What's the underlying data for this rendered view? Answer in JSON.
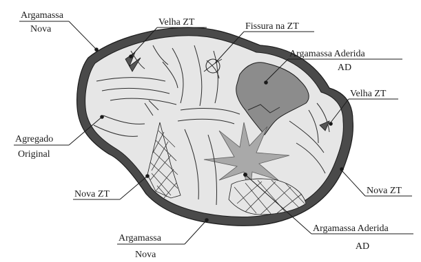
{
  "labels": {
    "argamassa_nova_top_line1": "Argamassa",
    "argamassa_nova_top_line2": "Nova",
    "velha_zt_top": "Velha ZT",
    "fissura_zt": "Fissura na ZT",
    "argamassa_aderida_top_line1": "Argamassa Aderida",
    "argamassa_aderida_top_line2": "AD",
    "velha_zt_right": "Velha ZT",
    "agregado_original_line1": "Agregado",
    "agregado_original_line2": "Original",
    "nova_zt_left": "Nova ZT",
    "nova_zt_right": "Nova ZT",
    "argamassa_nova_bottom_line1": "Argamassa",
    "argamassa_nova_bottom_line2": "Nova",
    "argamassa_aderida_bottom_line1": "Argamassa Aderida",
    "argamassa_aderida_bottom_line2": "AD"
  },
  "colors": {
    "outer_mortar": "#4a4a4a",
    "aggregate_fill": "#e6e6e6",
    "adhered_mortar": "#8c8c8c",
    "star_crack": "#a9a9a9",
    "ink": "#1a1a1a"
  }
}
